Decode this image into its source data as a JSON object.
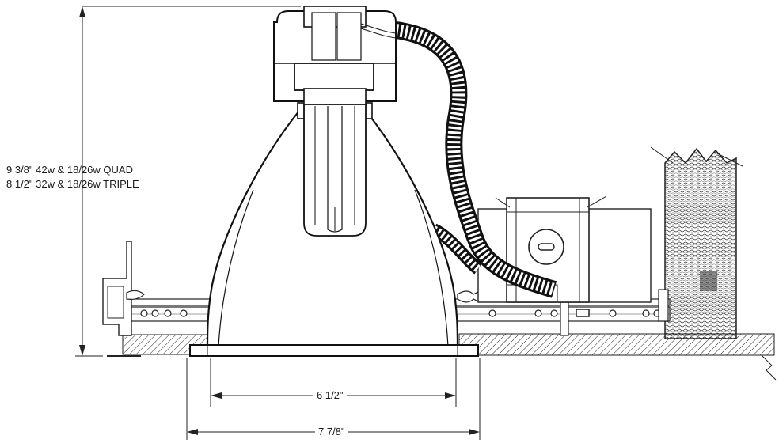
{
  "height_callout": {
    "line1": "9 3/8\" 42w & 18/26w QUAD",
    "line2": "8 1/2\" 32w & 18/26w TRIPLE"
  },
  "dimensions": {
    "inner_width": "6 1/2\"",
    "outer_width": "7 7/8\""
  },
  "components": [
    "lamp-socket-housing",
    "compact-fluorescent-lamp",
    "reflector-cone",
    "flexible-conduit",
    "junction-box",
    "mounting-bar-hanger",
    "ceiling-plane",
    "joist"
  ]
}
